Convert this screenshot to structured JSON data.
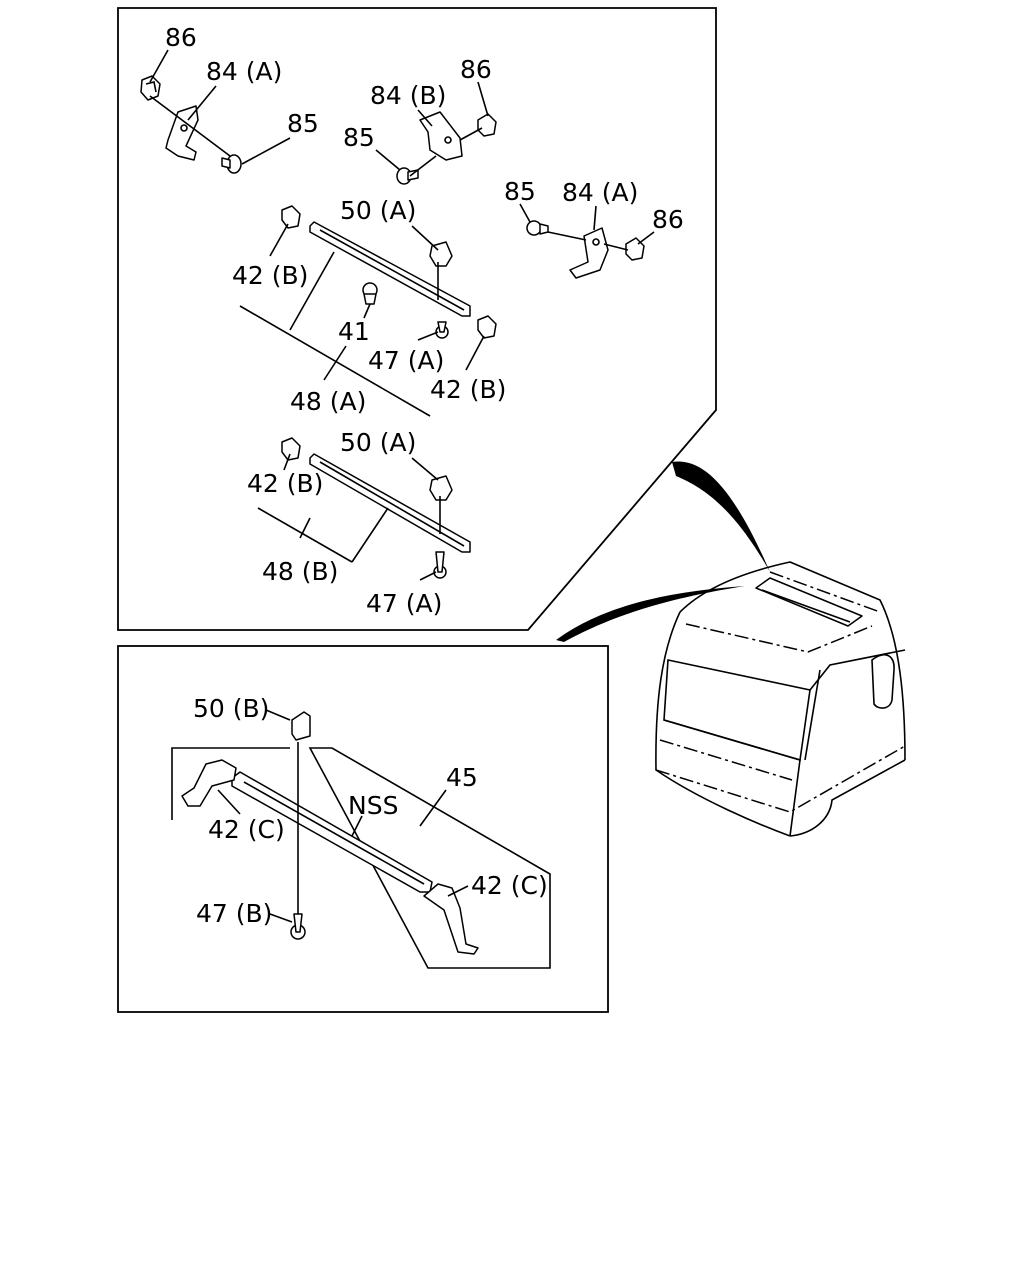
{
  "diagram": {
    "labels": {
      "p86_a": "86",
      "p84A_a": "84 (A)",
      "p85_a": "85",
      "p84B": "84 (B)",
      "p86_b": "86",
      "p85_b": "85",
      "p85_c": "85",
      "p84A_b": "84 (A)",
      "p86_c": "86",
      "p50A_a": "50 (A)",
      "p42B_a": "42 (B)",
      "p41": "41",
      "p47A_a": "47 (A)",
      "p42B_b": "42 (B)",
      "p48A": "48 (A)",
      "p50A_b": "50 (A)",
      "p42B_c": "42 (B)",
      "p48B": "48 (B)",
      "p47A_b": "47 (A)",
      "p50B": "50 (B)",
      "p45": "45",
      "pNSS": "NSS",
      "p42C_a": "42 (C)",
      "p42C_b": "42 (C)",
      "p47B": "47 (B)"
    }
  }
}
